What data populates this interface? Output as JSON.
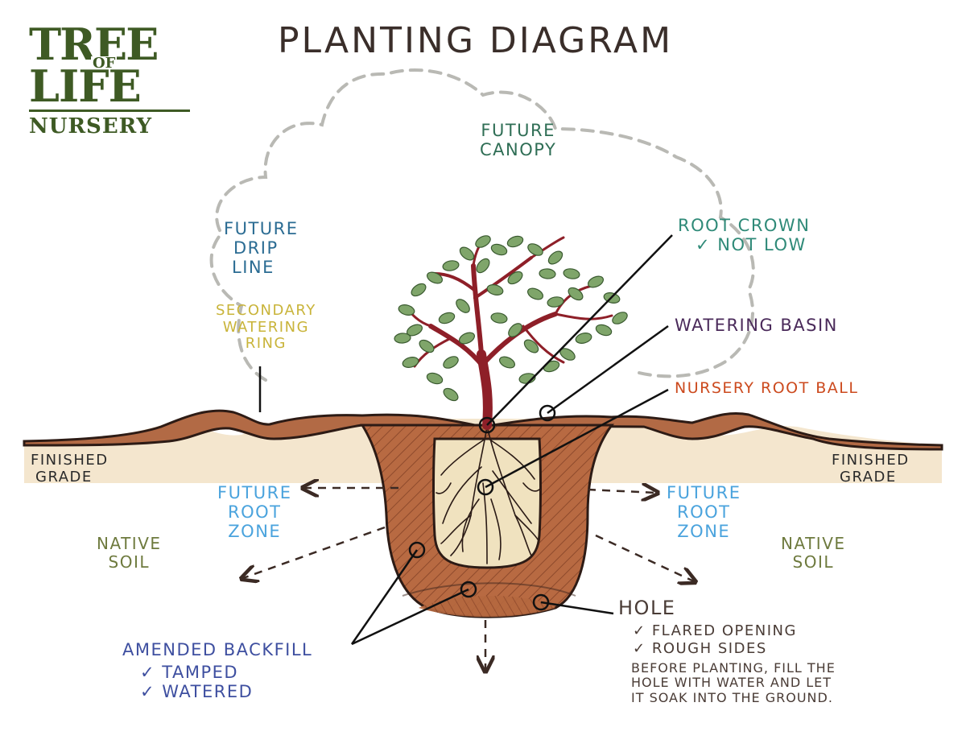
{
  "logo": {
    "line1": "TREE",
    "line2": "OF",
    "line3": "LIFE",
    "line4": "NURSERY",
    "color": "#3e5a24"
  },
  "title": "PLANTING DIAGRAM",
  "labels": {
    "future_canopy": [
      "FUTURE",
      "CANOPY"
    ],
    "future_drip_line": [
      "FUTURE",
      "DRIP",
      "LINE"
    ],
    "secondary_watering_ring": [
      "SECONDARY",
      "WATERING",
      "RING"
    ],
    "root_crown": "ROOT CROWN",
    "root_crown_note": "NOT LOW",
    "watering_basin": "WATERING BASIN",
    "nursery_root_ball": "NURSERY ROOT BALL",
    "finished_grade_left": [
      "FINISHED",
      "GRADE"
    ],
    "finished_grade_right": [
      "FINISHED",
      "GRADE"
    ],
    "future_root_zone_left": [
      "FUTURE",
      "ROOT",
      "ZONE"
    ],
    "future_root_zone_right": [
      "FUTURE",
      "ROOT",
      "ZONE"
    ],
    "native_soil_left": [
      "NATIVE",
      "SOIL"
    ],
    "native_soil_right": [
      "NATIVE",
      "SOIL"
    ],
    "amended_backfill": "AMENDED BACKFILL",
    "amended_backfill_checks": [
      "TAMPED",
      "WATERED"
    ],
    "hole": "HOLE",
    "hole_checks": [
      "FLARED OPENING",
      "ROUGH SIDES"
    ],
    "hole_note": [
      "BEFORE PLANTING, FILL THE",
      "HOLE WITH WATER AND LET",
      "IT SOAK INTO THE GROUND."
    ]
  },
  "colors": {
    "title": "#3a2e2a",
    "canopy_label": "#2f6e55",
    "drip_line_label": "#2b6c93",
    "watering_ring_label": "#c9b43a",
    "root_crown_label": "#2f8a78",
    "watering_basin_label": "#4a2a5a",
    "root_ball_label": "#cc4a1e",
    "root_zone_label": "#4aa3dd",
    "native_soil_label": "#6e7a3e",
    "backfill_label": "#3e4fa0",
    "hole_label": "#4a3c36",
    "grade_label": "#2a2a2a",
    "soil_brown": "#b5683f",
    "native_tan": "#e7cfa4",
    "foliage_green": "#7fa56a",
    "bark_red": "#8e1f28"
  }
}
